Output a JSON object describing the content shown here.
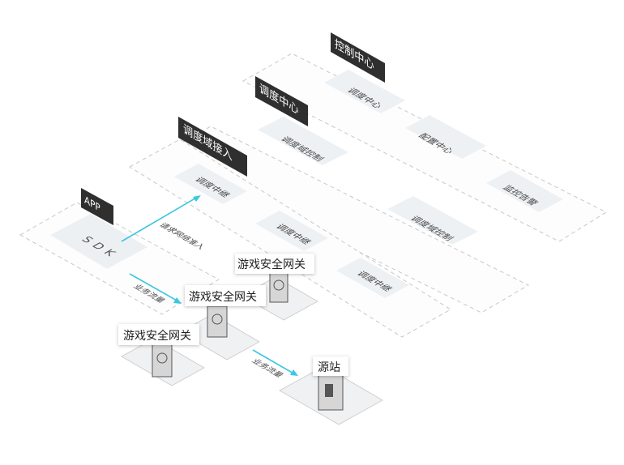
{
  "layers": {
    "control": {
      "tag": "控制中心",
      "items": [
        "调度中心",
        "配置中心",
        "监控告警"
      ]
    },
    "dispatch_center": {
      "tag": "调度中心",
      "items": [
        "调度域控制",
        "调度域控制"
      ]
    },
    "dispatch_access": {
      "tag": "调度域接入",
      "items": [
        "调度中继",
        "调度中继",
        "调度中继"
      ]
    },
    "app": {
      "tag": "APP",
      "sdk": "SDK"
    }
  },
  "flows": {
    "request": "请求网络准入",
    "traffic1": "业务流量",
    "traffic2": "业务流量"
  },
  "gateways": [
    "游戏安全网关",
    "游戏安全网关",
    "游戏安全网关"
  ],
  "origin": "源站",
  "colors": {
    "flow": "#3cc7e0",
    "tag": "#2f2f2f"
  }
}
